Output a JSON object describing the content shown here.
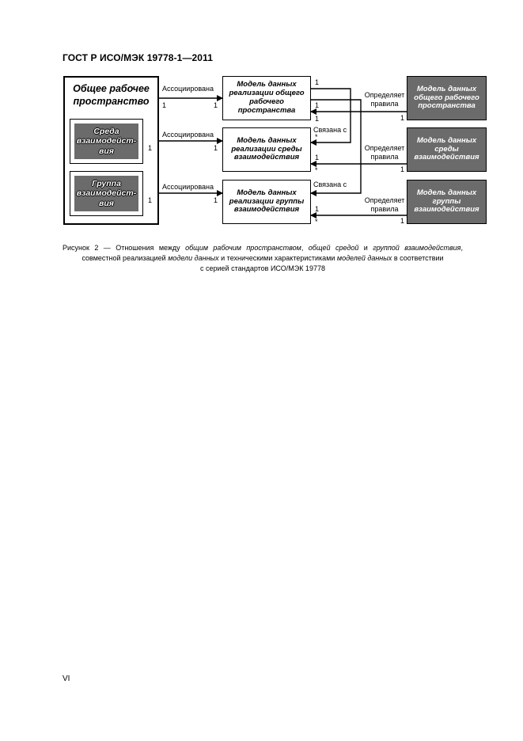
{
  "header": {
    "standard": "ГОСТ Р ИСО/МЭК 19778-1—2011"
  },
  "diagram": {
    "outer_box": {
      "title": "Общее рабочее пространство"
    },
    "inner_boxes": [
      {
        "label": "Среда взаимодейст-вия"
      },
      {
        "label": "Группа взаимодейст-вия"
      }
    ],
    "model_boxes": [
      {
        "label": "Модель данных реализации общего рабочего пространства"
      },
      {
        "label": "Модель данных реализации среды взаимодействия"
      },
      {
        "label": "Модель данных реализации группы взаимодействия"
      }
    ],
    "spec_boxes": [
      {
        "label": "Модель данных общего рабочего пространства"
      },
      {
        "label": "Модель данных среды взаимодействия"
      },
      {
        "label": "Модель данных группы взаимодействия"
      }
    ],
    "associations": [
      {
        "label": "Ассоциирована",
        "left_mult": "1",
        "right_mult": "1"
      },
      {
        "label": "Ассоциирована",
        "left_mult": "1",
        "right_mult": "1"
      },
      {
        "label": "Ассоциирована",
        "left_mult": "1",
        "right_mult": "1"
      }
    ],
    "defines": [
      {
        "label": "Определяет правила",
        "left_mult": "1",
        "right_mult": "1"
      },
      {
        "label": "Определяет правила",
        "left_mult": "1",
        "right_mult": "1"
      },
      {
        "label": "Определяет правила",
        "left_mult": "1",
        "right_mult": "1"
      }
    ],
    "links": [
      {
        "label": "Связана с",
        "source_mult": "1",
        "target_mult": "*"
      },
      {
        "label": "Связана с",
        "source_mult": "1",
        "target_mult": "*"
      }
    ]
  },
  "caption": {
    "line1_a": "Рисунок 2 — Отношения между ",
    "line1_b": "общим рабочим пространством",
    "line1_c": ", ",
    "line1_d": "общей средой",
    "line1_e": " и ",
    "line1_f": "группой взаимодействия",
    "line1_g": ",",
    "line2_a": "совместной реализацией ",
    "line2_b": "модели данных",
    "line2_c": " и техническими характеристиками ",
    "line2_d": "моделей данных",
    "line2_e": " в соответствии",
    "line3": "с серией стандартов ИСО/МЭК 19778"
  },
  "footer": {
    "page_number": "VI"
  }
}
